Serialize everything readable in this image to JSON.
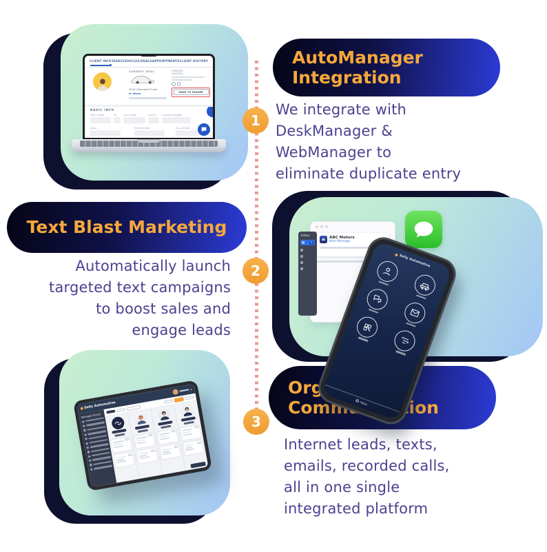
{
  "steps": [
    {
      "number": "1",
      "title_line1": "AutoManager",
      "title_line2": "Integration",
      "body_lines": [
        "We integrate with",
        "DeskManager &",
        "WebManager to",
        "eliminate duplicate entry"
      ]
    },
    {
      "number": "2",
      "title_line1": "Text Blast Marketing",
      "body_lines": [
        "Automatically launch",
        "targeted text campaigns",
        "to boost sales and",
        "engage leads"
      ]
    },
    {
      "number": "3",
      "title_line1": "Organize",
      "title_line2": "Communication",
      "body_lines": [
        "Internet leads, texts,",
        "emails, recorded calls,",
        "all in one single",
        "integrated platform"
      ]
    }
  ],
  "colors": {
    "header_text_orange": "#F6A83B",
    "pill_gradient_start": "#050517",
    "pill_gradient_end": "#2C3BD6",
    "body_text_purple": "#4A428F",
    "card_gradient_green": "#C8EECF",
    "card_gradient_blue": "#A3C6F6",
    "shadow_navy": "#0E102F",
    "connector_dot_pink": "#E89A96",
    "step_circle_orange": "#F2A43C",
    "imessage_green": "#2CBE2C",
    "highlight_red": "#E25050"
  },
  "crm": {
    "tabs": [
      "CLIENT INFO",
      "TASKS",
      "VEHICLES/DEALS",
      "APPOINTMENTS",
      "CLIENT HISTORY"
    ],
    "current_deal_label": "CURRENT DEAL",
    "vehicle_name": "2014 Chevrolet Cruze",
    "stock_status": "In Stock",
    "updated_label": "UPDATED:",
    "created_label": "CREATED:",
    "send_button_label": "SEND TO FRAZER",
    "basic_info_label": "BASIC INFO",
    "fields_row1": [
      "FIRST NAME",
      "MI",
      "LAST NAME",
      "SUFFIX",
      "LICENSE NUMBER"
    ],
    "fields_row2": [
      "EMAIL",
      "HOME PHONE",
      "CELL PHONE"
    ]
  },
  "messages": {
    "sidebar_title": "Inbox",
    "badge": "3",
    "notification_title": "ABC Motors",
    "notification_subtitle": "New Message"
  },
  "phone": {
    "header": "Selly Automotive",
    "bottom_label": "Inbox"
  },
  "tablet": {
    "brand": "Selly Automotive",
    "sidebar_title": "Manager Portal"
  }
}
